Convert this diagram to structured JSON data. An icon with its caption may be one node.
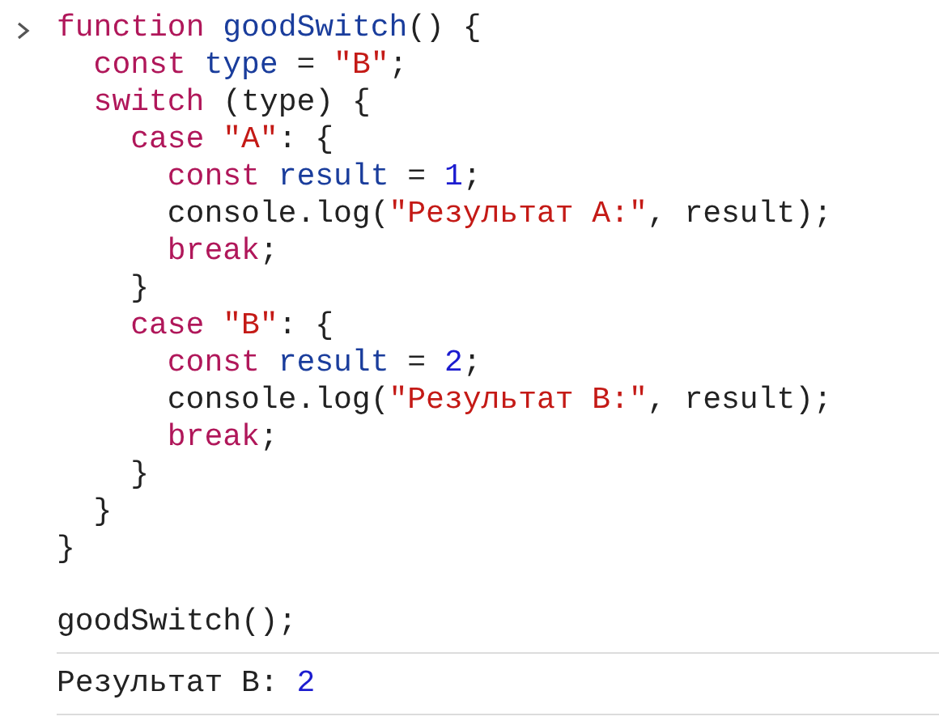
{
  "diagram": {
    "labels": [
      "function goodSwitch() {",
      "const type = \"B\";",
      "switch (type) {",
      "case \"A\": {",
      "const result = 1;",
      "console.log(\"Результат A:\", result);",
      "break;",
      "}",
      "case \"B\": {",
      "const result = 2;",
      "console.log(\"Результат B:\", result);",
      "break;",
      "}",
      "}",
      "}",
      "goodSwitch();",
      "Результат B: 2"
    ]
  }
}
